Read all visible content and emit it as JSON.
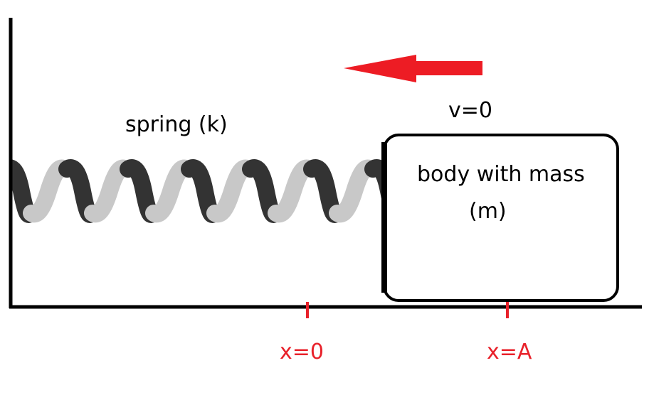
{
  "labels": {
    "spring": "spring (k)",
    "velocity": "v=0",
    "body_line1": "body with mass",
    "body_line2": "(m)",
    "x_zero": "x=0",
    "x_amplitude": "x=A"
  },
  "spring": {
    "coils": 6,
    "dark_color": "#333333",
    "light_color": "#c8c8c8"
  },
  "arrow": {
    "direction": "left",
    "color": "#ed1c24"
  },
  "tick_color": "#e8212a"
}
